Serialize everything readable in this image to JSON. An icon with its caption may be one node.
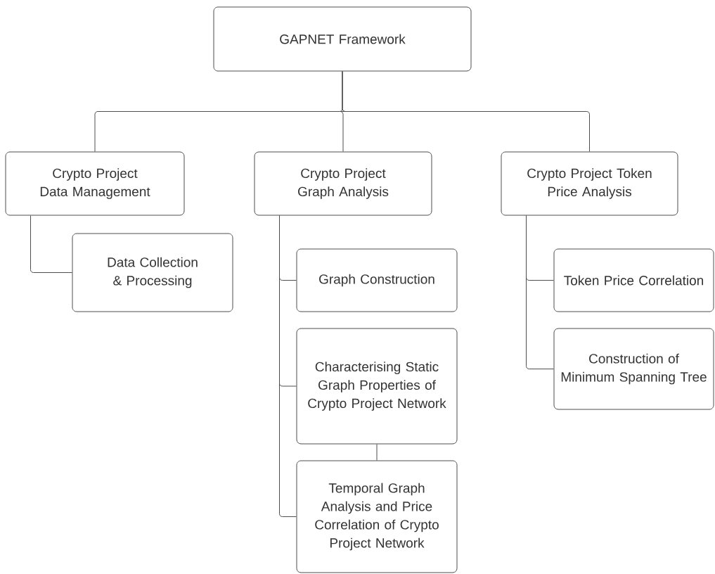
{
  "diagram": {
    "nodes": [
      {
        "text": [
          "GAPNET Framework"
        ]
      },
      {
        "text": [
          "Crypto Project Data Management"
        ]
      },
      {
        "text": [
          "Crypto Project Graph Analysis"
        ]
      },
      {
        "text": [
          "Crypto Project Token Price Analysis"
        ]
      },
      {
        "text": [
          "Data Collection & Processing"
        ]
      },
      {
        "text": [
          "Graph Construction"
        ]
      },
      {
        "text": [
          "Characterising Static Graph Properties of Crypto Project Network"
        ]
      },
      {
        "text": [
          "Temporal Graph Analysis and Price Correlation of Crypto Project Network"
        ]
      },
      {
        "text": [
          "Token Price Correlation"
        ]
      },
      {
        "text": [
          "Construction of Minimum Spanning Tree"
        ]
      }
    ],
    "edges": [
      {
        "from": 0,
        "to": 1,
        "arrow": "none"
      },
      {
        "from": 0,
        "to": 2,
        "arrow": "none"
      },
      {
        "from": 0,
        "to": 3,
        "arrow": "none"
      },
      {
        "from": 1,
        "to": 4,
        "arrow": "none"
      },
      {
        "from": 2,
        "to": 5,
        "arrow": "none"
      },
      {
        "from": 2,
        "to": 6,
        "arrow": "none"
      },
      {
        "from": 2,
        "to": 7,
        "arrow": "none"
      },
      {
        "from": 6,
        "to": 7,
        "arrow": "none"
      },
      {
        "from": 3,
        "to": 8,
        "arrow": "none"
      },
      {
        "from": 3,
        "to": 9,
        "arrow": "none"
      }
    ]
  }
}
